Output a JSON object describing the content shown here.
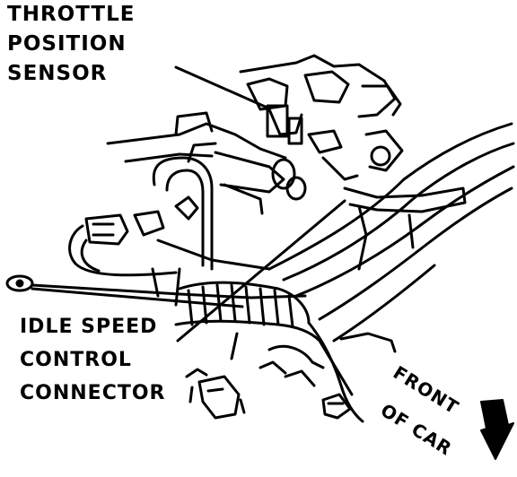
{
  "labels": {
    "throttle_position_sensor": [
      "THROTTLE",
      "POSITION",
      "SENSOR"
    ],
    "idle_speed_control_connector": [
      "IDLE SPEED",
      "CONTROL",
      "CONNECTOR"
    ],
    "front_of_car": [
      "FRONT",
      "OF CAR"
    ]
  },
  "colors": {
    "ink": "#000000",
    "paper": "#ffffff"
  }
}
